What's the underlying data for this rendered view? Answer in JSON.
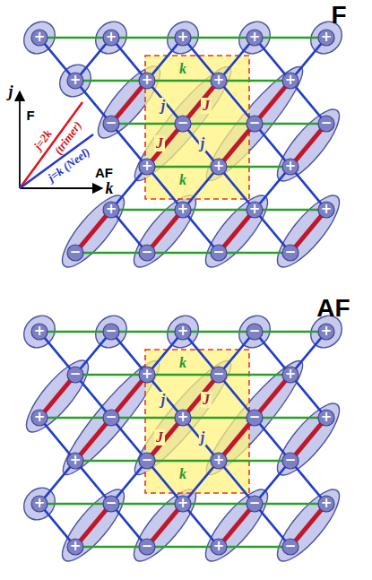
{
  "diagram": {
    "nodes": [
      {
        "text": [
          "+"
        ]
      },
      {
        "text": [
          "+"
        ]
      },
      {
        "text": [
          "+"
        ]
      },
      {
        "text": [
          "+"
        ]
      },
      {
        "text": [
          "+"
        ]
      },
      {
        "text": [
          "+"
        ]
      },
      {
        "text": [
          "+"
        ]
      },
      {
        "text": [
          "+"
        ]
      },
      {
        "text": [
          "+"
        ]
      },
      {
        "text": [
          "−"
        ]
      },
      {
        "text": [
          "−"
        ]
      },
      {
        "text": [
          "−"
        ]
      },
      {
        "text": [
          "−"
        ]
      },
      {
        "text": [
          "+"
        ]
      },
      {
        "text": [
          "+"
        ]
      },
      {
        "text": [
          "+"
        ]
      },
      {
        "text": [
          "+"
        ]
      },
      {
        "text": [
          "+"
        ]
      },
      {
        "text": [
          "+"
        ]
      },
      {
        "text": [
          "+"
        ]
      },
      {
        "text": [
          "−"
        ]
      },
      {
        "text": [
          "−"
        ]
      },
      {
        "text": [
          "−"
        ]
      },
      {
        "text": [
          "−"
        ]
      },
      {
        "text": [
          "+"
        ]
      },
      {
        "text": [
          "−"
        ]
      },
      {
        "text": [
          "+"
        ]
      },
      {
        "text": [
          "−"
        ]
      },
      {
        "text": [
          "+"
        ]
      },
      {
        "text": [
          "−"
        ]
      },
      {
        "text": [
          "+"
        ]
      },
      {
        "text": [
          "−"
        ]
      },
      {
        "text": [
          "+"
        ]
      },
      {
        "text": [
          "+"
        ]
      },
      {
        "text": [
          "−"
        ]
      },
      {
        "text": [
          "+"
        ]
      },
      {
        "text": [
          "−"
        ]
      },
      {
        "text": [
          "+"
        ]
      },
      {
        "text": [
          "+"
        ]
      },
      {
        "text": [
          "−"
        ]
      },
      {
        "text": [
          "+"
        ]
      },
      {
        "text": [
          "−"
        ]
      },
      {
        "text": [
          "+"
        ]
      },
      {
        "text": [
          "−"
        ]
      },
      {
        "text": [
          "+"
        ]
      },
      {
        "text": [
          "−"
        ]
      },
      {
        "text": [
          "+"
        ]
      },
      {
        "text": [
          "+"
        ]
      },
      {
        "text": [
          "−"
        ]
      },
      {
        "text": [
          "+"
        ]
      },
      {
        "text": [
          "−"
        ]
      }
    ],
    "edges": [
      {
        "from": 0,
        "to": 1,
        "arrow": "none"
      },
      {
        "from": 1,
        "to": 2,
        "arrow": "none"
      },
      {
        "from": 2,
        "to": 3,
        "arrow": "none"
      },
      {
        "from": 3,
        "to": 4,
        "arrow": "none"
      },
      {
        "from": 5,
        "to": 6,
        "arrow": "none"
      },
      {
        "from": 6,
        "to": 7,
        "arrow": "none"
      },
      {
        "from": 7,
        "to": 8,
        "arrow": "none"
      },
      {
        "from": 9,
        "to": 10,
        "arrow": "none"
      },
      {
        "from": 10,
        "to": 11,
        "arrow": "none"
      },
      {
        "from": 11,
        "to": 12,
        "arrow": "none"
      },
      {
        "from": 13,
        "to": 14,
        "arrow": "none"
      },
      {
        "from": 14,
        "to": 15,
        "arrow": "none"
      },
      {
        "from": 16,
        "to": 17,
        "arrow": "none"
      },
      {
        "from": 17,
        "to": 18,
        "arrow": "none"
      },
      {
        "from": 18,
        "to": 19,
        "arrow": "none"
      },
      {
        "from": 20,
        "to": 21,
        "arrow": "none"
      },
      {
        "from": 21,
        "to": 22,
        "arrow": "none"
      },
      {
        "from": 22,
        "to": 23,
        "arrow": "none"
      },
      {
        "from": 0,
        "to": 5,
        "arrow": "none"
      },
      {
        "from": 1,
        "to": 5,
        "arrow": "none"
      },
      {
        "from": 5,
        "to": 9,
        "arrow": "none"
      },
      {
        "from": 1,
        "to": 6,
        "arrow": "none"
      },
      {
        "from": 2,
        "to": 6,
        "arrow": "none"
      },
      {
        "from": 6,
        "to": 9,
        "arrow": "none"
      },
      {
        "from": 6,
        "to": 10,
        "arrow": "none"
      },
      {
        "from": 2,
        "to": 7,
        "arrow": "none"
      },
      {
        "from": 3,
        "to": 7,
        "arrow": "none"
      },
      {
        "from": 7,
        "to": 10,
        "arrow": "none"
      },
      {
        "from": 7,
        "to": 11,
        "arrow": "none"
      },
      {
        "from": 3,
        "to": 8,
        "arrow": "none"
      },
      {
        "from": 4,
        "to": 8,
        "arrow": "none"
      },
      {
        "from": 8,
        "to": 11,
        "arrow": "none"
      },
      {
        "from": 8,
        "to": 12,
        "arrow": "none"
      },
      {
        "from": 9,
        "to": 13,
        "arrow": "none"
      },
      {
        "from": 10,
        "to": 13,
        "arrow": "none"
      },
      {
        "from": 13,
        "to": 16,
        "arrow": "none"
      },
      {
        "from": 13,
        "to": 17,
        "arrow": "none"
      },
      {
        "from": 10,
        "to": 14,
        "arrow": "none"
      },
      {
        "from": 11,
        "to": 14,
        "arrow": "none"
      },
      {
        "from": 14,
        "to": 17,
        "arrow": "none"
      },
      {
        "from": 14,
        "to": 18,
        "arrow": "none"
      },
      {
        "from": 11,
        "to": 15,
        "arrow": "none"
      },
      {
        "from": 12,
        "to": 15,
        "arrow": "none"
      },
      {
        "from": 15,
        "to": 18,
        "arrow": "none"
      },
      {
        "from": 15,
        "to": 19,
        "arrow": "none"
      },
      {
        "from": 16,
        "to": 20,
        "arrow": "none"
      },
      {
        "from": 16,
        "to": 21,
        "arrow": "none"
      },
      {
        "from": 17,
        "to": 21,
        "arrow": "none"
      },
      {
        "from": 17,
        "to": 22,
        "arrow": "none"
      },
      {
        "from": 18,
        "to": 22,
        "arrow": "none"
      },
      {
        "from": 18,
        "to": 23,
        "arrow": "none"
      },
      {
        "from": 19,
        "to": 23,
        "arrow": "none"
      },
      {
        "from": 24,
        "to": 25,
        "arrow": "none"
      },
      {
        "from": 25,
        "to": 26,
        "arrow": "none"
      },
      {
        "from": 26,
        "to": 27,
        "arrow": "none"
      },
      {
        "from": 27,
        "to": 28,
        "arrow": "none"
      },
      {
        "from": 29,
        "to": 30,
        "arrow": "none"
      },
      {
        "from": 30,
        "to": 31,
        "arrow": "none"
      },
      {
        "from": 31,
        "to": 32,
        "arrow": "none"
      },
      {
        "from": 33,
        "to": 34,
        "arrow": "none"
      },
      {
        "from": 34,
        "to": 35,
        "arrow": "none"
      },
      {
        "from": 35,
        "to": 36,
        "arrow": "none"
      },
      {
        "from": 36,
        "to": 37,
        "arrow": "none"
      },
      {
        "from": 38,
        "to": 39,
        "arrow": "none"
      },
      {
        "from": 39,
        "to": 40,
        "arrow": "none"
      },
      {
        "from": 40,
        "to": 41,
        "arrow": "none"
      },
      {
        "from": 42,
        "to": 43,
        "arrow": "none"
      },
      {
        "from": 43,
        "to": 44,
        "arrow": "none"
      },
      {
        "from": 44,
        "to": 45,
        "arrow": "none"
      },
      {
        "from": 45,
        "to": 46,
        "arrow": "none"
      },
      {
        "from": 47,
        "to": 48,
        "arrow": "none"
      },
      {
        "from": 48,
        "to": 49,
        "arrow": "none"
      },
      {
        "from": 49,
        "to": 50,
        "arrow": "none"
      },
      {
        "from": 24,
        "to": 29,
        "arrow": "none"
      },
      {
        "from": 25,
        "to": 29,
        "arrow": "none"
      },
      {
        "from": 29,
        "to": 33,
        "arrow": "none"
      },
      {
        "from": 29,
        "to": 34,
        "arrow": "none"
      },
      {
        "from": 25,
        "to": 30,
        "arrow": "none"
      },
      {
        "from": 26,
        "to": 30,
        "arrow": "none"
      },
      {
        "from": 30,
        "to": 34,
        "arrow": "none"
      },
      {
        "from": 30,
        "to": 35,
        "arrow": "none"
      },
      {
        "from": 26,
        "to": 31,
        "arrow": "none"
      },
      {
        "from": 27,
        "to": 31,
        "arrow": "none"
      },
      {
        "from": 31,
        "to": 35,
        "arrow": "none"
      },
      {
        "from": 31,
        "to": 36,
        "arrow": "none"
      },
      {
        "from": 27,
        "to": 32,
        "arrow": "none"
      },
      {
        "from": 28,
        "to": 32,
        "arrow": "none"
      },
      {
        "from": 32,
        "to": 36,
        "arrow": "none"
      },
      {
        "from": 32,
        "to": 37,
        "arrow": "none"
      },
      {
        "from": 33,
        "to": 38,
        "arrow": "none"
      },
      {
        "from": 34,
        "to": 38,
        "arrow": "none"
      },
      {
        "from": 38,
        "to": 42,
        "arrow": "none"
      },
      {
        "from": 38,
        "to": 43,
        "arrow": "none"
      },
      {
        "from": 34,
        "to": 39,
        "arrow": "none"
      },
      {
        "from": 35,
        "to": 39,
        "arrow": "none"
      },
      {
        "from": 39,
        "to": 43,
        "arrow": "none"
      },
      {
        "from": 39,
        "to": 44,
        "arrow": "none"
      },
      {
        "from": 35,
        "to": 40,
        "arrow": "none"
      },
      {
        "from": 36,
        "to": 40,
        "arrow": "none"
      },
      {
        "from": 40,
        "to": 44,
        "arrow": "none"
      },
      {
        "from": 40,
        "to": 45,
        "arrow": "none"
      },
      {
        "from": 36,
        "to": 41,
        "arrow": "none"
      },
      {
        "from": 37,
        "to": 41,
        "arrow": "none"
      },
      {
        "from": 41,
        "to": 45,
        "arrow": "none"
      },
      {
        "from": 41,
        "to": 46,
        "arrow": "none"
      },
      {
        "from": 42,
        "to": 47,
        "arrow": "none"
      },
      {
        "from": 43,
        "to": 47,
        "arrow": "none"
      },
      {
        "from": 43,
        "to": 48,
        "arrow": "none"
      },
      {
        "from": 44,
        "to": 48,
        "arrow": "none"
      },
      {
        "from": 44,
        "to": 49,
        "arrow": "none"
      },
      {
        "from": 45,
        "to": 49,
        "arrow": "none"
      },
      {
        "from": 45,
        "to": 50,
        "arrow": "none"
      },
      {
        "from": 46,
        "to": 50,
        "arrow": "none"
      }
    ],
    "labels": [
      "F",
      "k",
      "j",
      "J",
      "J",
      "j",
      "k",
      "j",
      "j=2k",
      "(trimer)",
      "F",
      "j=k (Neel)",
      "AF",
      "k",
      "AF",
      "k",
      "j",
      "J",
      "J",
      "j",
      "k"
    ]
  }
}
